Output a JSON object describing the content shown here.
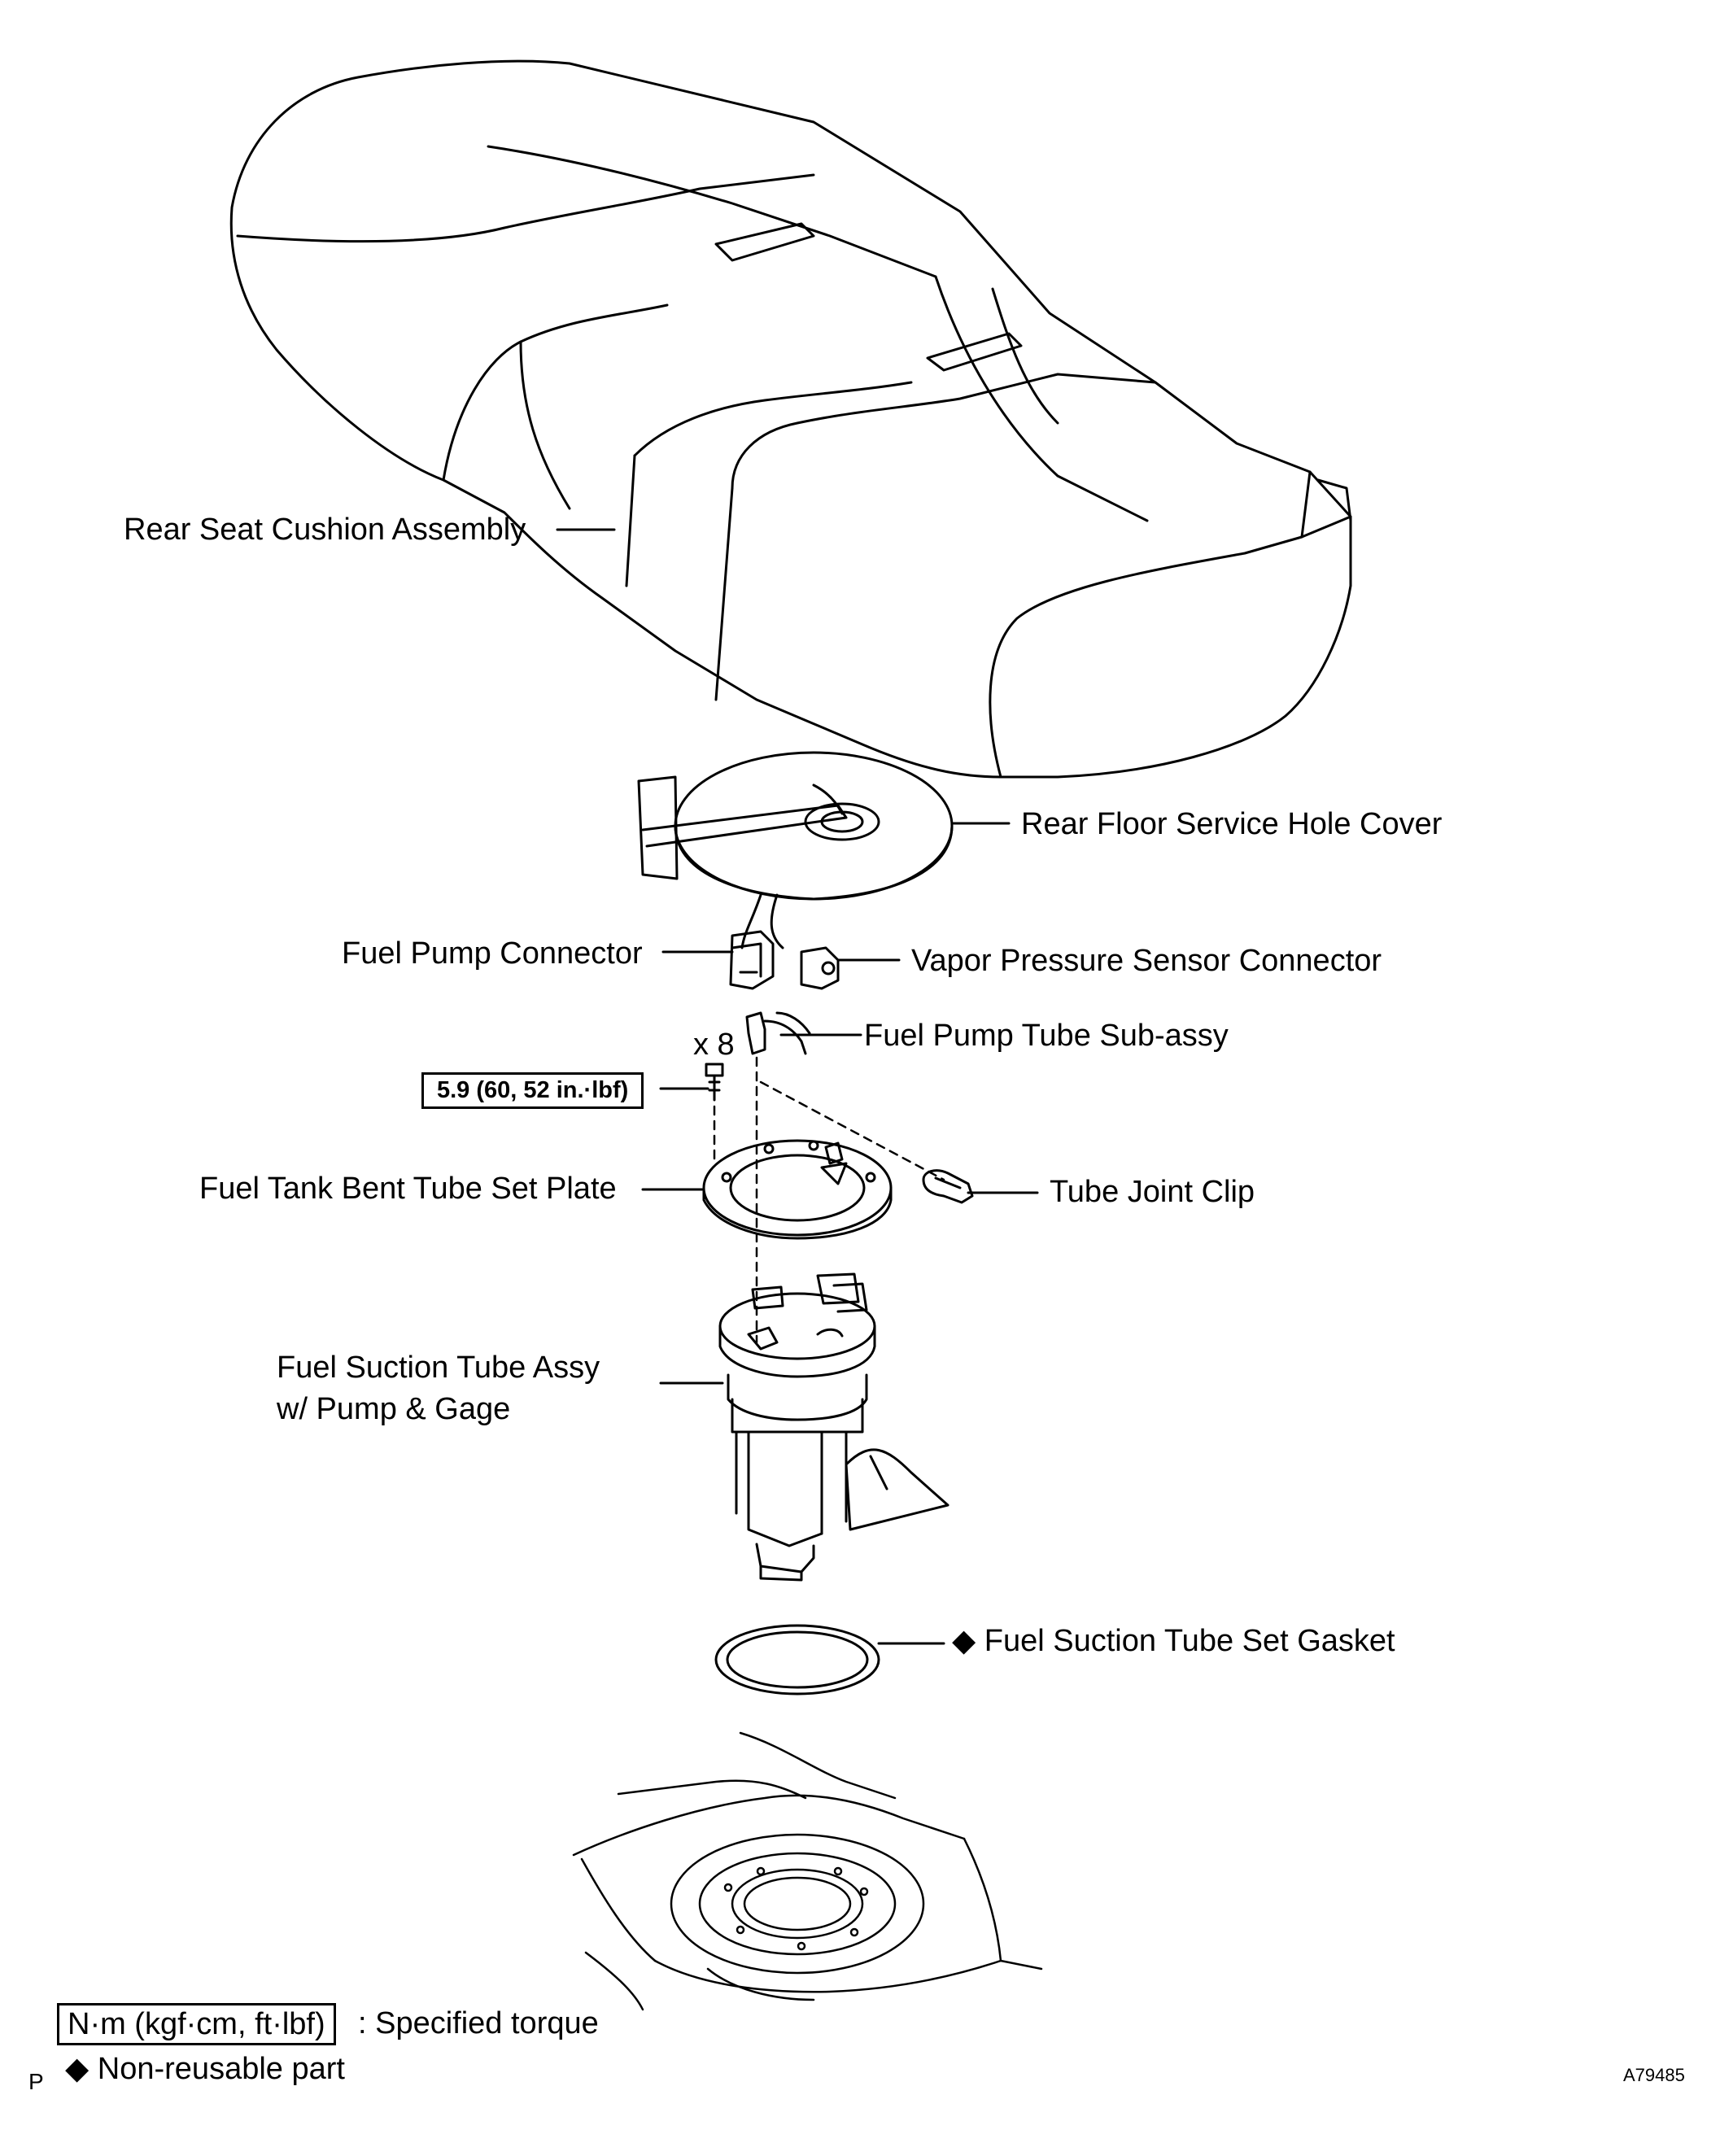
{
  "labels": {
    "rear_seat": "Rear Seat Cushion Assembly",
    "service_cover": "Rear Floor Service Hole Cover",
    "pump_connector": "Fuel Pump Connector",
    "vapor_connector": "Vapor Pressure Sensor Connector",
    "pump_tube": "Fuel Pump Tube Sub-assy",
    "qty": "x 8",
    "torque_value": "5.9 (60, 52 in.·lbf)",
    "set_plate": "Fuel Tank Bent Tube Set Plate",
    "joint_clip": "Tube Joint Clip",
    "suction_line1": "Fuel Suction Tube Assy",
    "suction_line2": "w/ Pump & Gage",
    "gasket": "◆ Fuel Suction Tube Set Gasket"
  },
  "legend": {
    "torque_units": "N·m (kgf·cm, ft·lbf)",
    "torque_desc": ": Specified torque",
    "nonreusable": "◆ Non-reusable part"
  },
  "corner": {
    "left": "P",
    "right": "A79485"
  }
}
